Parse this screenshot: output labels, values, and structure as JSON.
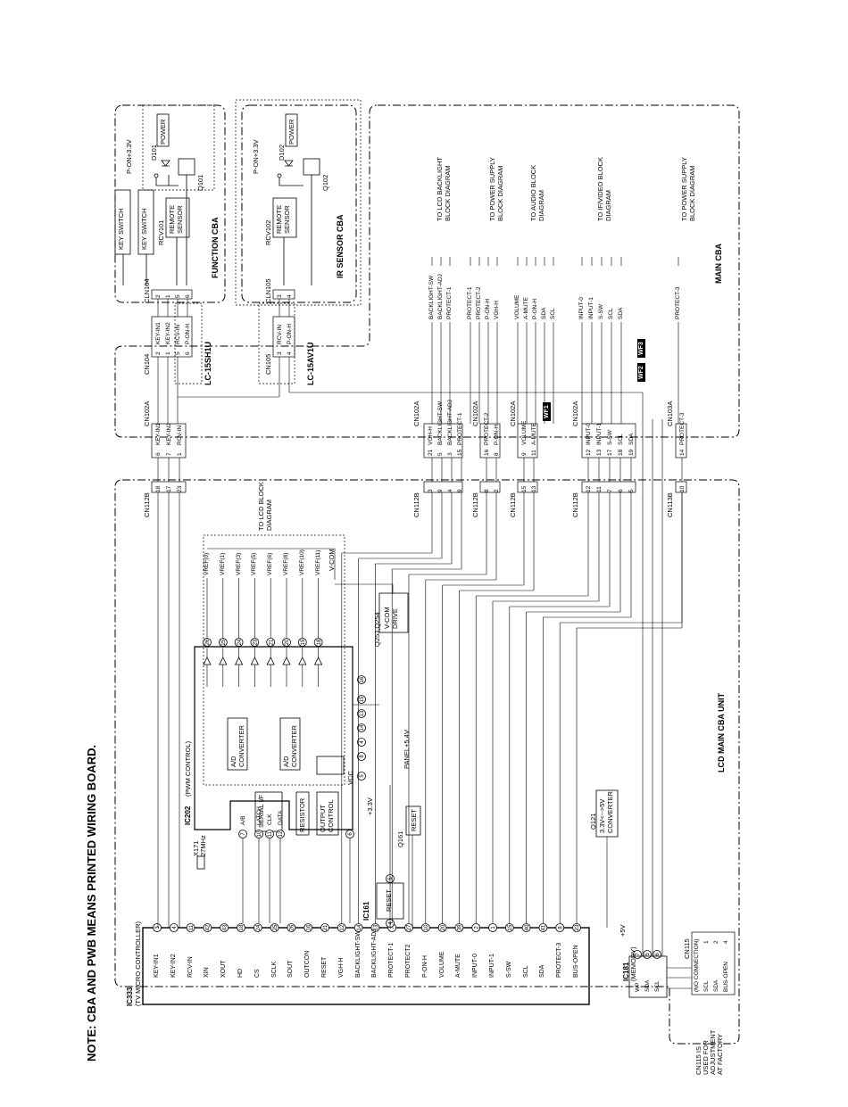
{
  "note": "NOTE: CBA AND PWB MEANS PRINTED WIRING BOARD.",
  "blocks": {
    "function_cba": "FUNCTION CBA",
    "ir_sensor_cba": "IR SENSOR CBA",
    "main_cba": "MAIN CBA",
    "lcd_main_cba_unit": "LCD MAIN CBA UNIT"
  },
  "cables": {
    "cable1": "LC-15SH1U",
    "cable2": "LC-15AV1U"
  },
  "function_parts": {
    "key_switch": "KEY SWITCH",
    "rcv": "RCV101",
    "remote_sensor": "REMOTE SENSOR",
    "led": "D101",
    "power": "POWER",
    "transistor": "Q101",
    "supply": "P-ON+3.3V"
  },
  "ir_parts": {
    "rcv": "RCV102",
    "remote_sensor": "REMOTE SENSOR",
    "led": "D102",
    "power": "POWER",
    "transistor": "Q102",
    "supply": "P-ON+3.3V"
  },
  "connectors": {
    "cln104": "CLN104",
    "cn104": "CN104",
    "cln105": "CLN105",
    "cn105": "CN105",
    "cn102a_1": "CN102A",
    "cn102a_2": "CN102A",
    "cn102a_3": "CN102A",
    "cn102a_4": "CN102A",
    "cn103a": "CN103A",
    "cn112b_1": "CN112B",
    "cn112b_2": "CN112B",
    "cn112b_3": "CN112B",
    "cn112b_4": "CN112B",
    "cn112b_5": "CN112B",
    "cn113b": "CN113B",
    "cn115": "CN115"
  },
  "cln104_pins": [
    {
      "pin": "2",
      "sig": ""
    },
    {
      "pin": "1",
      "sig": ""
    },
    {
      "pin": "5",
      "sig": ""
    },
    {
      "pin": "6",
      "sig": ""
    }
  ],
  "cn104_pins": [
    {
      "pin": "2",
      "sig": "KEY-IN1"
    },
    {
      "pin": "1",
      "sig": "KEY-IN2"
    },
    {
      "pin": "5",
      "sig": "RCV-IN"
    },
    {
      "pin": "6",
      "sig": "P-ON-H"
    }
  ],
  "cln105_pins": [
    {
      "pin": "3",
      "sig": ""
    },
    {
      "pin": "4",
      "sig": ""
    }
  ],
  "cn105_pins": [
    {
      "pin": "3",
      "sig": "RCV-IN"
    },
    {
      "pin": "4",
      "sig": "P-ON-H"
    }
  ],
  "cn102a_key_pins": [
    {
      "pin": "6",
      "sig": "KEY-IN1"
    },
    {
      "pin": "7",
      "sig": "KEY-IN2"
    },
    {
      "pin": "1",
      "sig": "RCV-IN"
    }
  ],
  "cn112b_key_pins": [
    "18",
    "17",
    "23"
  ],
  "cn102a_vgh_pins": [
    {
      "pin": "21",
      "sig": "VGH-H"
    },
    {
      "pin": "5",
      "sig": "BACKLIGHT-SW"
    },
    {
      "pin": "3",
      "sig": "BACKLIGHT-ADJ"
    },
    {
      "pin": "15",
      "sig": "PROTECT-1"
    }
  ],
  "cn112b_vgh_pins": [
    "3",
    "9",
    "4",
    "9"
  ],
  "cn102a_protect_pins": [
    {
      "pin": "16",
      "sig": "PROTECT-2"
    },
    {
      "pin": "8",
      "sig": "P-ON-H"
    }
  ],
  "cn112b_protect_pins": [
    "8",
    "2"
  ],
  "cn102a_audio_pins": [
    {
      "pin": "9",
      "sig": "VOLUME"
    },
    {
      "pin": "11",
      "sig": "A-MUTE"
    }
  ],
  "cn112b_audio_pins": [
    "15",
    "13"
  ],
  "cn102a_video_pins": [
    {
      "pin": "12",
      "sig": "INPUT-0"
    },
    {
      "pin": "13",
      "sig": "INPUT-1"
    },
    {
      "pin": "17",
      "sig": "S-SW"
    },
    {
      "pin": "18",
      "sig": "SCL"
    },
    {
      "pin": "19",
      "sig": "SDA"
    }
  ],
  "cn112b_video_pins": [
    "12",
    "11",
    "7",
    "6",
    "5"
  ],
  "cn103a_pins": [
    {
      "pin": "14",
      "sig": "PROTECT-3"
    }
  ],
  "cn113b_pins": [
    "10"
  ],
  "main_signals": {
    "g1": [
      "BACKLIGHT-SW",
      "BACKLIGHT-ADJ",
      "PROTECT-1"
    ],
    "g1_dest": "TO LCD BACKLIGHT BLOCK DIAGRAM",
    "g2": [
      "PROTECT-1",
      "PROTECT-2",
      "P-ON-H",
      "VGH-H"
    ],
    "g2_dest": "TO POWER SUPPLY BLOCK DIAGRAM",
    "g3": [
      "VOLUME",
      "A-MUTE",
      "P-ON-H",
      "SDA",
      "SCL"
    ],
    "g3_dest": "TO AUDIO BLOCK DIAGRAM",
    "g4": [
      "INPUT-0",
      "INPUT-1",
      "S-SW",
      "SCL",
      "SDA"
    ],
    "g4_dest": "TO IF/VIDEO BLOCK DIAGRAM",
    "g5": [
      "PROTECT-3"
    ],
    "g5_dest": "TO POWER SUPPLY BLOCK DIAGRAM"
  },
  "waveforms": {
    "wf1": "WF1",
    "wf2": "WF2",
    "wf3": "WF3"
  },
  "ic333": {
    "name": "IC333",
    "desc": "(TV MICRO CONTROLLER)",
    "pins": [
      {
        "pin": "3",
        "sig": "KEY-IN1"
      },
      {
        "pin": "4",
        "sig": "KEY-IN2"
      },
      {
        "pin": "11",
        "sig": "RCV-IN"
      },
      {
        "pin": "42",
        "sig": "XIN"
      },
      {
        "pin": "43",
        "sig": "XOUT"
      },
      {
        "pin": "18",
        "sig": "HD"
      },
      {
        "pin": "24",
        "sig": "CS"
      },
      {
        "pin": "25",
        "sig": "SCLK"
      },
      {
        "pin": "26",
        "sig": "SOUT"
      },
      {
        "pin": "16",
        "sig": "OUTCON"
      },
      {
        "pin": "21",
        "sig": "RESET"
      },
      {
        "pin": "12",
        "sig": "VGH-H"
      },
      {
        "pin": "14",
        "sig": "BACKLIGHT-SW"
      },
      {
        "pin": "13",
        "sig": "BACKLIGHT-ADJ"
      },
      {
        "pin": "7",
        "sig": "PROTECT-1"
      },
      {
        "pin": "27",
        "sig": "PROTECT2"
      },
      {
        "pin": "10",
        "sig": "P-ON-H"
      },
      {
        "pin": "20",
        "sig": "VOLUME"
      },
      {
        "pin": "39",
        "sig": "A-MUTE"
      },
      {
        "pin": "2",
        "sig": "INPUT-0"
      },
      {
        "pin": "1",
        "sig": "INPUT-1"
      },
      {
        "pin": "15",
        "sig": "S-SW"
      },
      {
        "pin": "40",
        "sig": "SCL"
      },
      {
        "pin": "41",
        "sig": "SDA"
      },
      {
        "pin": "8",
        "sig": "PROTECT-3"
      },
      {
        "pin": "23",
        "sig": "BUS-OPEN"
      }
    ]
  },
  "ic202": {
    "name": "IC202",
    "desc": "(PWM CONTROL)",
    "ad1": "A/D CONVERTER",
    "ad2": "A/D CONVERTER",
    "serial_if": "SERIAL I/F",
    "resistor": "RESISTOR",
    "output_control": "OUTPUT CONTROL",
    "vcc": "VCC",
    "panel": "PANEL+5.4V",
    "in_pins": [
      {
        "pin": "7",
        "sig": "A/B"
      },
      {
        "pin": "10",
        "sig": "LATCH"
      },
      {
        "pin": "11",
        "sig": "CLK"
      },
      {
        "pin": "12",
        "sig": "DATA"
      },
      {
        "pin": "6",
        "sig": ""
      }
    ],
    "mid_pins": [
      "5",
      "8",
      "4",
      "14",
      "13",
      "15",
      "16"
    ],
    "out_pins": [
      {
        "pin": "26",
        "sig": "VREF(0)"
      },
      {
        "pin": "25",
        "sig": "VREF(1)"
      },
      {
        "pin": "24",
        "sig": "VREF(3)"
      },
      {
        "pin": "23",
        "sig": "VREF(5)"
      },
      {
        "pin": "21",
        "sig": "VREF(6)"
      },
      {
        "pin": "20",
        "sig": "VREF(8)"
      },
      {
        "pin": "19",
        "sig": "VREF(10)"
      },
      {
        "pin": "18",
        "sig": "VREF(11)"
      }
    ],
    "vcom": "V-COM",
    "to_lcd": "TO LCD BLOCK DIAGRAM"
  },
  "crystal": {
    "name": "X171",
    "freq": "27MHz"
  },
  "vcom_drive": {
    "name": "Q253,Q254",
    "label": "V-COM DRIVE"
  },
  "ic161": {
    "name": "IC161",
    "label": "RESET",
    "pin_in": "4",
    "pin_out": "5"
  },
  "q161": {
    "name": "Q161",
    "label": "RESET",
    "supply": "+3.3V"
  },
  "q121": {
    "name": "Q121",
    "label": "3.3V<-->5V CONVERTER"
  },
  "ic181": {
    "name": "IC181",
    "desc": "(MEMORY)",
    "pins": [
      {
        "pin": "7",
        "sig": "WP"
      },
      {
        "pin": "5",
        "sig": "SDA"
      },
      {
        "pin": "6",
        "sig": "SCL"
      }
    ],
    "supply": "+5V"
  },
  "cn115_pins": [
    {
      "pin": "",
      "sig": "(NO CONNECTION)"
    },
    {
      "pin": "1",
      "sig": "SCL"
    },
    {
      "pin": "2",
      "sig": "SDA"
    },
    {
      "pin": "4",
      "sig": "BUS-OPEN"
    }
  ],
  "cn115_note": [
    "CN115 IS",
    "USED FOR",
    "ADJUSTMENT",
    "AT FACTORY"
  ]
}
